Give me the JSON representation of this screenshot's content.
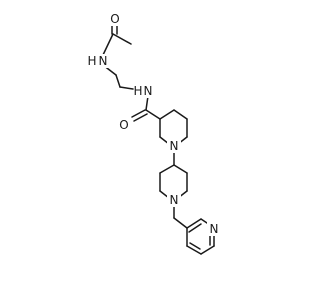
{
  "labels": {
    "o_acetyl": "O",
    "nh_acetyl": "N",
    "h_acetyl": "H",
    "nh_amide": "N",
    "h_amide": "H",
    "o_amide": "O",
    "n_pip1": "N",
    "n_pip2": "N",
    "n_pyridine": "N"
  },
  "colors": {
    "bond": "#1a1a1a",
    "label": "#1a1a1a",
    "background": "#ffffff"
  }
}
